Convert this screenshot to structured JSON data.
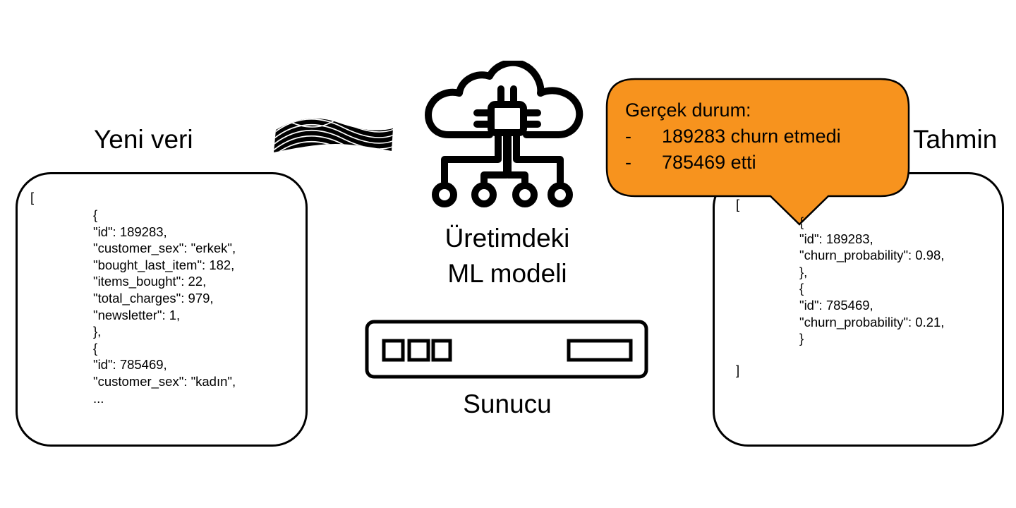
{
  "input": {
    "title": "Yeni veri",
    "open_bracket": "[",
    "lines": [
      "{",
      "\"id\": 189283,",
      "\"customer_sex\": \"erkek\",",
      "\"bought_last_item\": 182,",
      "\"items_bought\": 22,",
      "\"total_charges\": 979,",
      "\"newsletter\": 1,",
      "},",
      "{",
      "\"id\": 785469,",
      "\"customer_sex\": \"kadın\",",
      "..."
    ]
  },
  "model": {
    "title_line1": "Üretimdeki",
    "title_line2": "ML modeli",
    "icon": "cloud-chip-icon"
  },
  "server": {
    "label": "Sunucu",
    "icon": "server-icon"
  },
  "output": {
    "title": "Tahmin",
    "open_bracket": "[",
    "close_bracket": "]",
    "lines": [
      "{",
      "\"id\": 189283,",
      "\"churn_probability\": 0.98,",
      "},",
      "{",
      "\"id\": 785469,",
      "\"churn_probability\": 0.21,",
      "}"
    ]
  },
  "callout": {
    "heading": "Gerçek durum:",
    "items": [
      "189283 churn etmedi",
      "785469 etti"
    ],
    "bullet": "-",
    "color": "#F7931E"
  }
}
